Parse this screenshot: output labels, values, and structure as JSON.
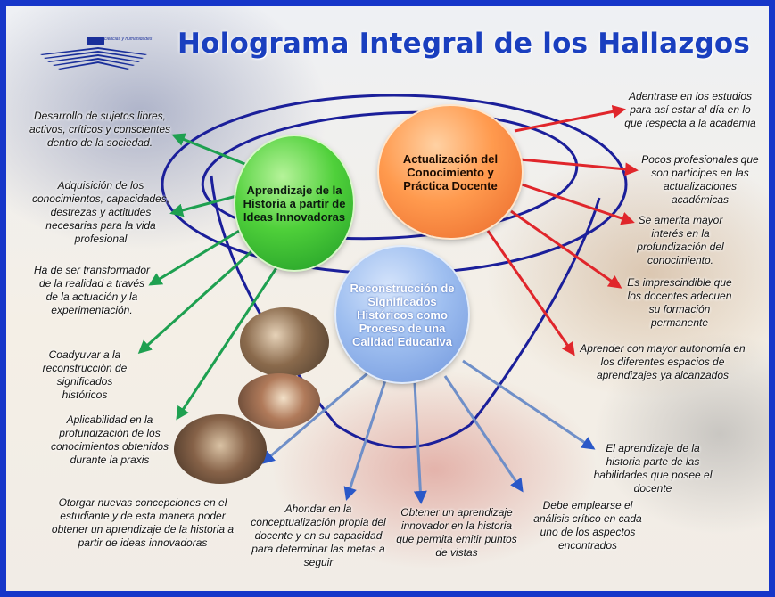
{
  "title": "Holograma Integral de los Hallazgos",
  "logo": {
    "text": "ciencias y humanidades"
  },
  "colors": {
    "frame": "#1636c9",
    "title": "#1a3fbf",
    "green_arrows": "#1ea050",
    "red_arrows": "#e0262b",
    "blue_arrows": "#6f8fc8",
    "ellipse": "#1b1f9a"
  },
  "nodes": {
    "green": "Aprendizaje de la Historia a partir de Ideas Innovadoras",
    "orange": "Actualización del Conocimiento y Práctica Docente",
    "blue": "Reconstrucción de Significados Históricos como Proceso de una Calidad Educativa"
  },
  "left_items": [
    "Desarrollo de sujetos libres, activos, críticos y conscientes dentro de la sociedad.",
    "Adquisición de los conocimientos, capacidades, destrezas y actitudes necesarias para la vida profesional",
    "Ha de ser transformador de la realidad a través de la actuación y la experimentación.",
    "Coadyuvar a la reconstrucción de significados históricos",
    "Aplicabilidad en la profundización de los conocimientos obtenidos durante la praxis"
  ],
  "right_items": [
    "Adentrase en los estudios para así estar al día en lo que respecta  a la academia",
    "Pocos profesionales que son participes en las actualizaciones académicas",
    "Se amerita mayor interés en la profundización del conocimiento.",
    "Es imprescindible que los docentes adecuen su formación permanente",
    "Aprender con mayor autonomía en los diferentes espacios de aprendizajes ya alcanzados"
  ],
  "bottom_items": [
    "Otorgar nuevas concepciones en el estudiante y de esta manera poder obtener un aprendizaje de la historia a partir de ideas innovadoras",
    "Ahondar en la conceptualización propia del docente y en su capacidad para determinar las metas a seguir",
    "Obtener un aprendizaje innovador en la historia que permita emitir puntos de vistas",
    "Debe emplearse el análisis crítico en cada uno de los aspectos encontrados",
    "El aprendizaje de la historia parte de las habilidades que posee el docente"
  ],
  "icons": [
    "logo-icon",
    "photo-teachers",
    "photo-classroom",
    "photo-students"
  ]
}
